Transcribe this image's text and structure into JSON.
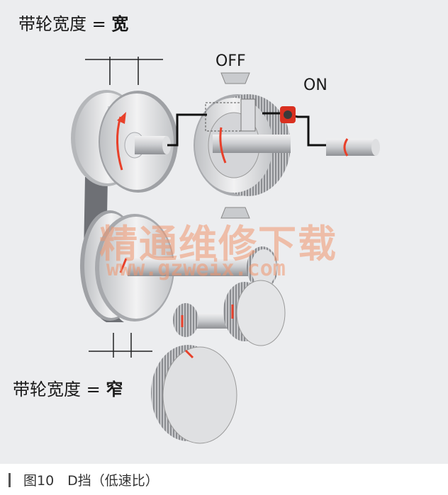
{
  "labels": {
    "top_prefix": "带轮宽度 = ",
    "top_value": "宽",
    "bottom_prefix": "带轮宽度 = ",
    "bottom_value": "窄",
    "off": "OFF",
    "on": "ON"
  },
  "caption": "图10　D挡（低速比）",
  "watermark": {
    "cn": "精通维修下载",
    "url": "www.gzweix.com"
  },
  "colors": {
    "panel": "#ecedef",
    "arrow": "#e8402a",
    "pulley": "#d9dadc",
    "pulley_dark": "#a7a9ad",
    "belt": "#6e7075",
    "clutch": "#d93020",
    "shaft_line": "#111111"
  }
}
